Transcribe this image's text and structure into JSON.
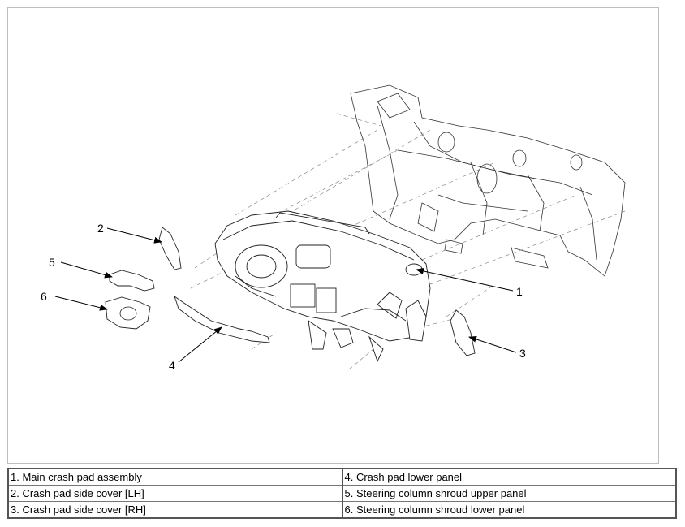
{
  "callouts": [
    "1",
    "2",
    "3",
    "4",
    "5",
    "6"
  ],
  "legend": [
    [
      "1. Main crash pad assembly",
      "4. Crash pad lower panel"
    ],
    [
      "2. Crash pad side cover [LH]",
      "5. Steering column shroud upper panel"
    ],
    [
      "3. Crash pad side cover [RH]",
      "6. Steering column shroud lower panel"
    ]
  ]
}
